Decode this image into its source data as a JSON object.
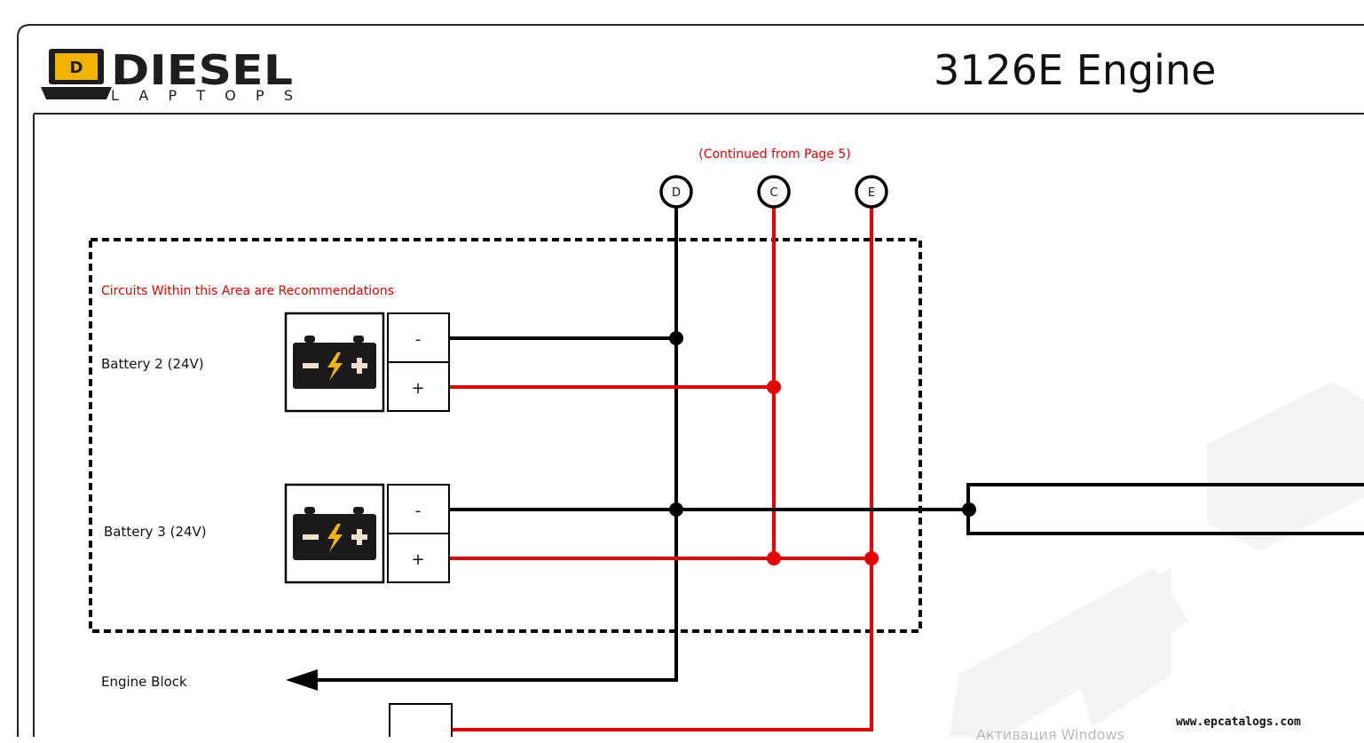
{
  "header": {
    "logo_main": "DIESEL",
    "logo_sub": "LAPTOPS",
    "logo_icon_letter": "D",
    "title": "3126E Engine"
  },
  "diagram": {
    "continued_note": "(Continued from Page 5)",
    "recommendation_note": "Circuits Within this Area are Recommendations",
    "connectors": [
      {
        "id": "D",
        "wire_color": "#000000"
      },
      {
        "id": "C",
        "wire_color": "#e60000"
      },
      {
        "id": "E",
        "wire_color": "#e60000"
      }
    ],
    "batteries": [
      {
        "label": "Battery 2 (24V)",
        "neg": "-",
        "pos": "+"
      },
      {
        "label": "Battery 3 (24V)",
        "neg": "-",
        "pos": "+"
      }
    ],
    "ground_label": "Engine Block",
    "colors": {
      "ground": "#000000",
      "positive": "#e60000",
      "note": "#e60000"
    }
  },
  "footer": {
    "watermark_url": "www.epcatalogs.com",
    "os_watermark": "Активация Windows"
  }
}
